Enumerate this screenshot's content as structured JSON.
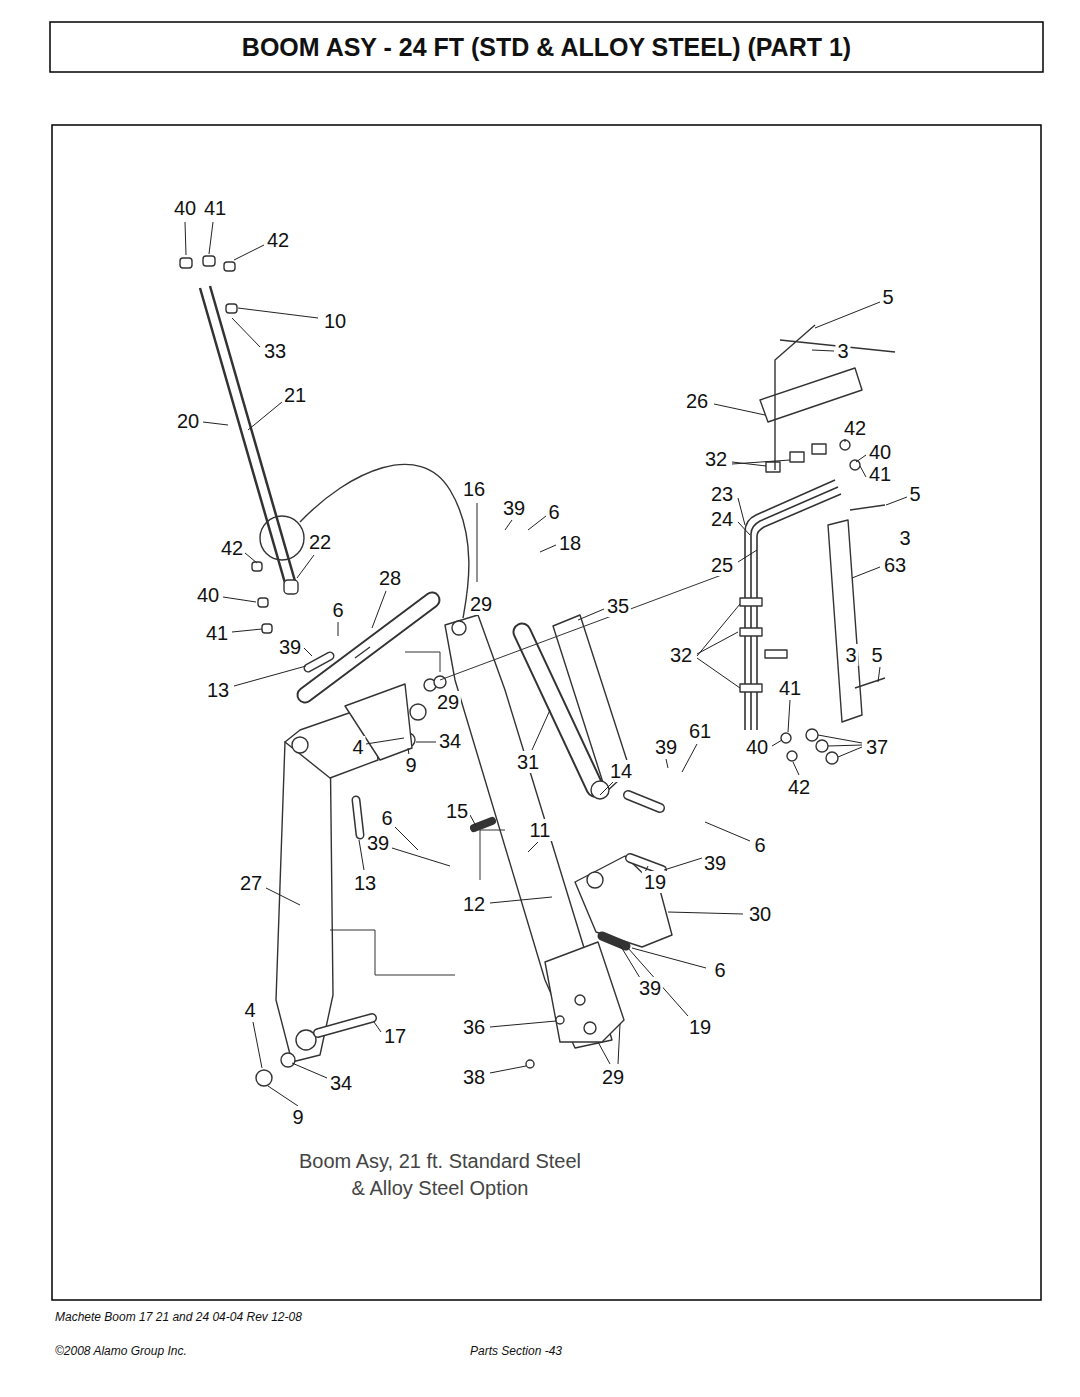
{
  "diagram": {
    "title": "BOOM ASY - 24 FT (STD & ALLOY STEEL) (PART 1)",
    "caption": "Boom Asy, 21 ft. Standard Steel & Alloy Steel Option",
    "labels": [
      "40",
      "41",
      "42",
      "5",
      "10",
      "33",
      "3",
      "21",
      "26",
      "20",
      "42",
      "40",
      "32",
      "41",
      "16",
      "23",
      "5",
      "39",
      "6",
      "24",
      "3",
      "22",
      "18",
      "42",
      "25",
      "63",
      "28",
      "40",
      "29",
      "35",
      "6",
      "41",
      "39",
      "32",
      "3",
      "5",
      "41",
      "13",
      "29",
      "61",
      "34",
      "39",
      "4",
      "40",
      "37",
      "31",
      "9",
      "14",
      "42",
      "15",
      "6",
      "11",
      "39",
      "6",
      "39",
      "27",
      "13",
      "19",
      "12",
      "30",
      "6",
      "39",
      "4",
      "19",
      "36",
      "17",
      "38",
      "29",
      "34",
      "9",
      "Machete Boom 17 21 and 24 04-04 Rev 12-08",
      "©2008 Alamo Group Inc.",
      "Parts Section -43"
    ]
  }
}
